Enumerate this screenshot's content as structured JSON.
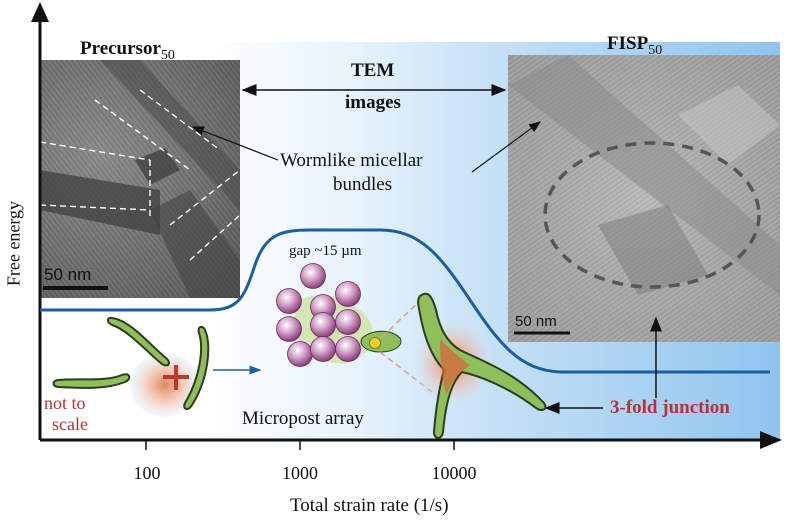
{
  "left_image_title": "Precursor",
  "left_image_sub": "50",
  "right_image_title": "FISP",
  "right_image_sub": "50",
  "tem_label_line1": "TEM",
  "tem_label_line2": "images",
  "bundles_line1": "Wormlike micellar",
  "bundles_line2": "bundles",
  "scalebar_left": "50 nm",
  "scalebar_right": "50 nm",
  "gap_label": "gap ~15 µm",
  "micropost_label": "Micropost array",
  "not_to_scale_line1": "not to",
  "not_to_scale_line2": "scale",
  "junction_label": "3-fold junction",
  "y_axis_label": "Free energy",
  "x_axis_label": "Total strain rate (1/s)",
  "x_ticks": [
    "100",
    "1000",
    "10000"
  ],
  "colors": {
    "curve": "#1a5fa0",
    "accent_red": "#b33338",
    "micelle_green": "#8fbf5a",
    "post_purple": "#a0508a"
  }
}
